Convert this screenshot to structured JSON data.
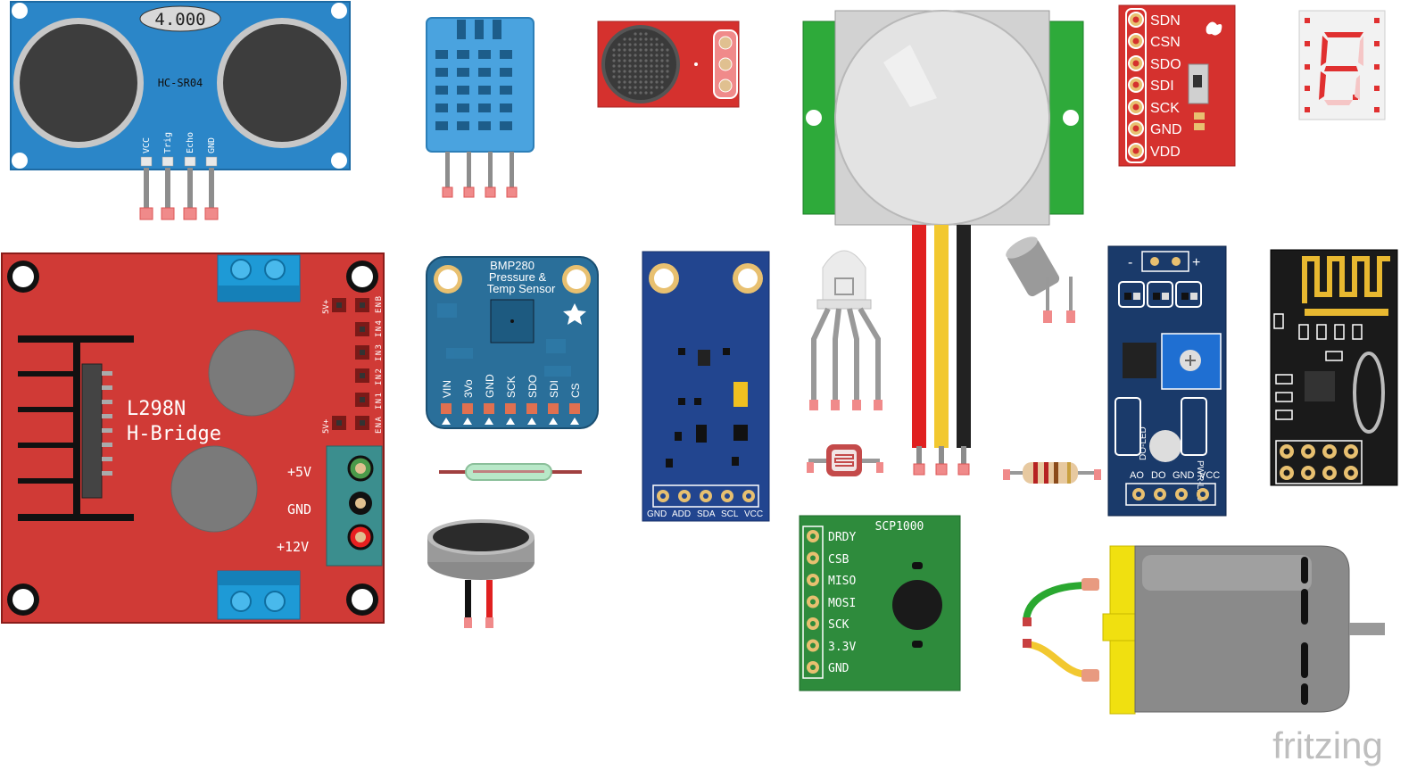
{
  "hcsr04": {
    "display": "4.000",
    "model": "HC-SR04",
    "pins": [
      "VCC",
      "Trig",
      "Echo",
      "GND"
    ]
  },
  "l298n": {
    "title": [
      "L298N",
      "H-Bridge"
    ],
    "power_labels": [
      "+5V",
      "GND",
      "+12V"
    ],
    "header_5v": "5V+",
    "header_pins": "ENA IN1 IN2 IN3 IN4 ENB"
  },
  "bmp280": {
    "title": [
      "BMP280",
      "Pressure &",
      "Temp Sensor"
    ],
    "pins": [
      "VIN",
      "3Vo",
      "GND",
      "SCK",
      "SDO",
      "SDI",
      "CS"
    ]
  },
  "gy_module": {
    "pins": [
      "GND",
      "ADD",
      "SDA",
      "SCL",
      "VCC"
    ]
  },
  "scp1000": {
    "title": "SCP1000",
    "pins": [
      "DRDY",
      "CSB",
      "MISO",
      "MOSI",
      "SCK",
      "3.3V",
      "GND"
    ]
  },
  "max7219": {
    "pins": [
      "SDN",
      "CSN",
      "SDO",
      "SDI",
      "SCK",
      "GND",
      "VDD"
    ]
  },
  "sensor_module": {
    "top_minus": "-",
    "top_plus": "+",
    "do_led": "DO-LED",
    "pwr_led": "PWR-LED",
    "pins": [
      "AO",
      "DO",
      "GND",
      "VCC"
    ]
  },
  "watermark": "fritzing",
  "colors": {
    "hc_blue": "#2b86c8",
    "l298_red": "#d03a36",
    "bmp_blue": "#2a6f9a",
    "gy_blue": "#22458f",
    "scp_green": "#2e8b3c",
    "sparkfun_red": "#d5312e",
    "nrf_black": "#1a1a1a",
    "motor_yellow": "#f0e010"
  }
}
